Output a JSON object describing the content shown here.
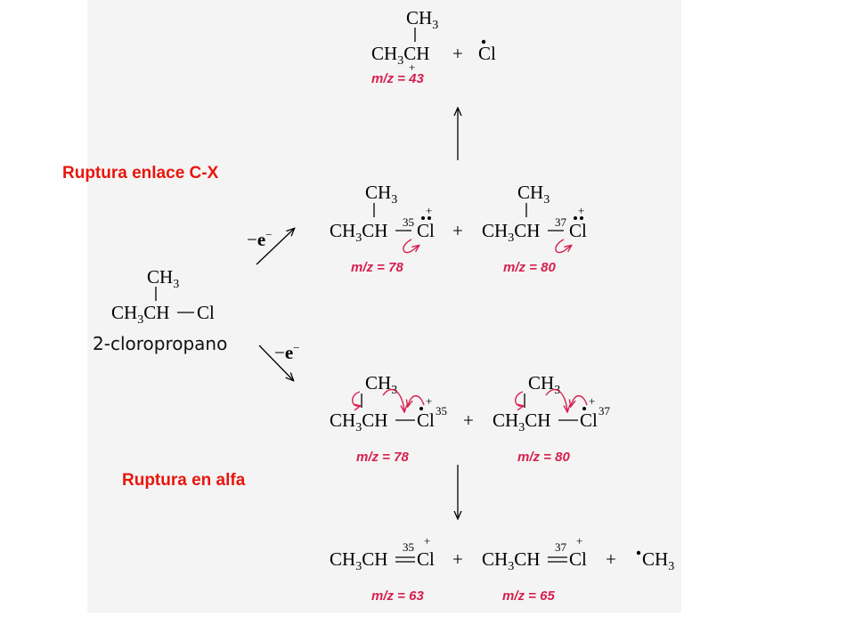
{
  "labels": {
    "bond_cleavage": "Ruptura enlace C-X",
    "alpha_cleavage": "Ruptura en alfa"
  },
  "reactant": {
    "methyl": "CH3",
    "chain": "CH3CH",
    "halogen": "Cl",
    "name": "2-cloropropano"
  },
  "electron_loss": "−e−",
  "products": {
    "top_cation": {
      "methyl": "CH3",
      "chain": "CH3CH",
      "charge": "+",
      "radical": "Cl",
      "mz": "m/z = 43"
    },
    "ion_35": {
      "methyl": "CH3",
      "chain": "CH3CH",
      "halogen": "Cl",
      "isotope": "35",
      "charge": "+",
      "mz": "m/z = 78"
    },
    "ion_37": {
      "methyl": "CH3",
      "chain": "CH3CH",
      "halogen": "Cl",
      "isotope": "37",
      "charge": "+",
      "mz": "m/z = 80"
    },
    "alpha_35": {
      "chain": "CH3CH",
      "halogen": "Cl",
      "isotope": "35",
      "charge": "+",
      "mz": "m/z = 63"
    },
    "alpha_37": {
      "chain": "CH3CH",
      "halogen": "Cl",
      "isotope": "37",
      "charge": "+",
      "mz": "m/z = 65"
    },
    "methyl_radical": "CH3"
  },
  "plus": "+"
}
